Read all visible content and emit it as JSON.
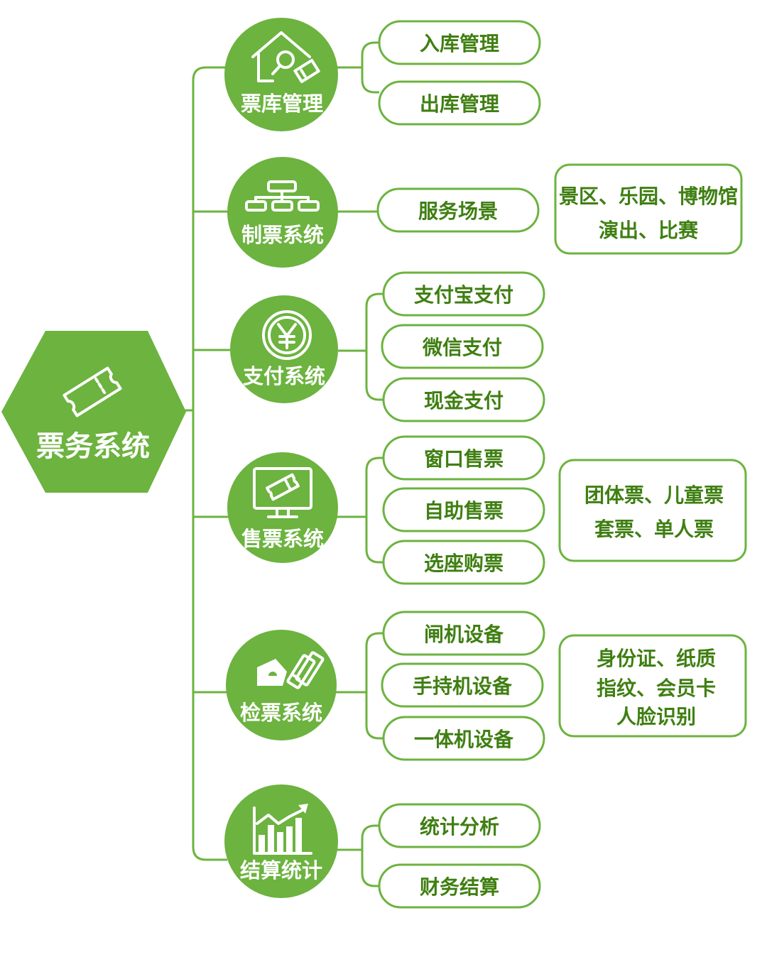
{
  "colors": {
    "accent": "#6cb33f",
    "text_on_accent": "#ffffff",
    "text_dark": "#3f7f12"
  },
  "root": {
    "label": "票务系统",
    "icon": "ticket-icon"
  },
  "branches": [
    {
      "label": "票库管理",
      "icon": "house-search-ticket-icon",
      "items": [
        "入库管理",
        "出库管理"
      ]
    },
    {
      "label": "制票系统",
      "icon": "hierarchy-icon",
      "items": [
        "服务场景"
      ],
      "note": [
        "景区、乐园、博物馆",
        "演出、比赛"
      ]
    },
    {
      "label": "支付系统",
      "icon": "yuan-coin-icon",
      "items": [
        "支付宝支付",
        "微信支付",
        "现金支付"
      ]
    },
    {
      "label": "售票系统",
      "icon": "monitor-ticket-icon",
      "items": [
        "窗口售票",
        "自助售票",
        "选座购票"
      ],
      "note": [
        "团体票、儿童票",
        "套票、单人票"
      ]
    },
    {
      "label": "检票系统",
      "icon": "ticket-scan-icon",
      "items": [
        "闸机设备",
        "手持机设备",
        "一体机设备"
      ],
      "note": [
        "身份证、纸质",
        "指纹、会员卡",
        "人脸识别"
      ]
    },
    {
      "label": "结算统计",
      "icon": "bar-chart-trend-icon",
      "items": [
        "统计分析",
        "财务结算"
      ]
    }
  ]
}
